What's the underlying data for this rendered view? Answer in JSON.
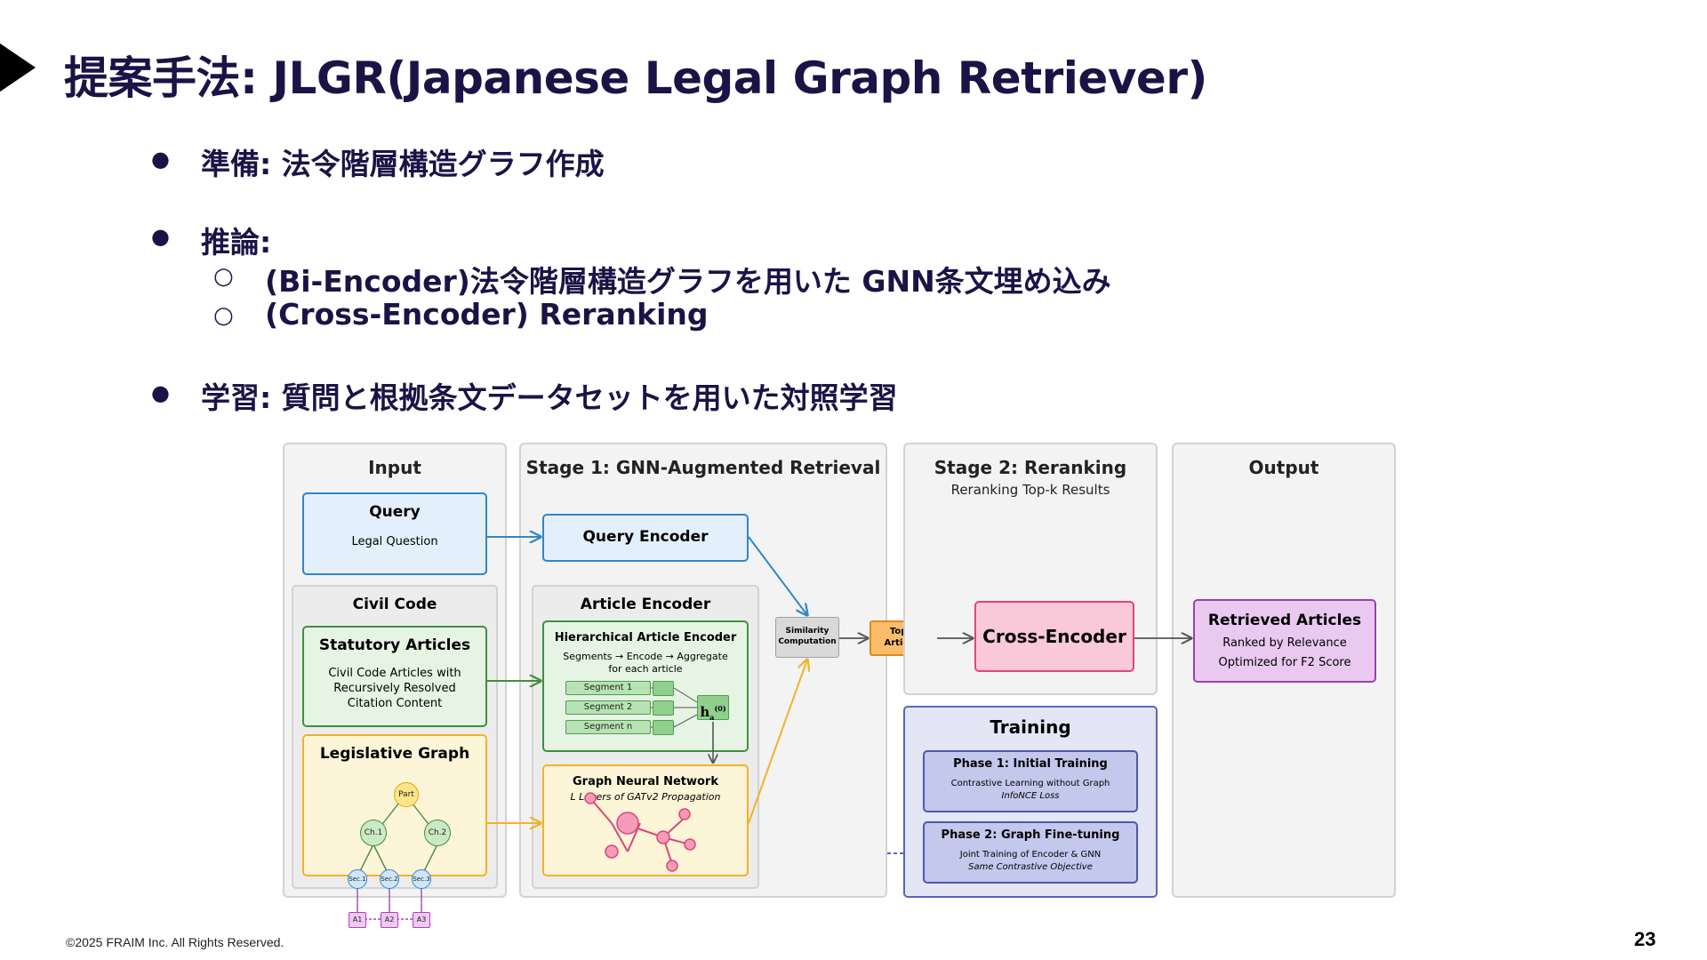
{
  "slide": {
    "title": "提案手法: JLGR(Japanese Legal Graph Retriever)",
    "bullets": {
      "prep": "準備: 法令階層構造グラフ作成",
      "inference": "推論:",
      "inference_sub1": "(Bi-Encoder)法令階層構造グラフを用いた GNN条文埋め込み",
      "inference_sub2": "(Cross-Encoder) Reranking",
      "learning": "学習: 質問と根拠条文データセットを用いた対照学習"
    },
    "bullet_glyph": "●",
    "sub_glyph": "○",
    "footer": "©2025 FRAIM Inc. All Rights Reserved.",
    "page_number": "23"
  },
  "diagram": {
    "input": {
      "title": "Input",
      "query_title": "Query",
      "query_sub": "Legal Question",
      "civil_code_title": "Civil Code",
      "statutory_title": "Statutory Articles",
      "statutory_l1": "Civil Code Articles with",
      "statutory_l2": "Recursively Resolved",
      "statutory_l3": "Citation Content",
      "graph_title": "Legislative Graph",
      "node_part": "Part",
      "node_ch1": "Ch.1",
      "node_ch2": "Ch.2",
      "node_sec1": "Sec.1",
      "node_sec2": "Sec.2",
      "node_sec3": "Sec.3",
      "node_a1": "A1",
      "node_a2": "A2",
      "node_a3": "A3"
    },
    "stage1": {
      "title": "Stage 1: GNN-Augmented Retrieval",
      "query_encoder": "Query Encoder",
      "article_encoder": "Article Encoder",
      "hae_title": "Hierarchical Article Encoder",
      "hae_l1": "Segments → Encode → Aggregate",
      "hae_l2": "for each article",
      "seg1": "Segment 1",
      "seg2": "Segment 2",
      "segn": "Segment n",
      "h_label": "h",
      "h_sup": "(0)",
      "h_sub": "a",
      "gnn_title": "Graph Neural Network",
      "gnn_sub": "L Layers of GATv2 Propagation"
    },
    "similarity_l1": "Similarity",
    "similarity_l2": "Computation",
    "topk_l1": "Top-k",
    "topk_l2": "Articles",
    "stage2": {
      "title": "Stage 2: Reranking",
      "subtitle": "Reranking Top-k Results",
      "cross_encoder": "Cross-Encoder"
    },
    "training": {
      "title": "Training",
      "phase1_title": "Phase 1: Initial Training",
      "phase1_l1": "Contrastive Learning without Graph",
      "phase1_l2": "InfoNCE Loss",
      "phase2_title": "Phase 2: Graph Fine-tuning",
      "phase2_l1": "Joint Training of Encoder & GNN",
      "phase2_l2": "Same Contrastive Objective"
    },
    "output": {
      "title": "Output",
      "retrieved_title": "Retrieved Articles",
      "retrieved_l1": "Ranked by Relevance",
      "retrieved_l2": "Optimized for F2 Score"
    }
  },
  "colors": {
    "title_text": "#1a1446",
    "query_fill": "#e3f0fb",
    "query_border": "#2f86c9",
    "statutory_fill": "#e6f4e4",
    "statutory_border": "#3f8f3f",
    "graph_fill": "#fdf5d8",
    "graph_border": "#f2b326",
    "topk_fill": "#fbbd6a",
    "topk_border": "#e08a1e",
    "cross_fill": "#f9c8d9",
    "cross_border": "#e0457b",
    "output_fill": "#e9c9ef",
    "output_border": "#9b3fb0",
    "training_fill": "#e4e6f6",
    "training_border": "#5566c0",
    "phase_fill": "#c3c8ec"
  }
}
